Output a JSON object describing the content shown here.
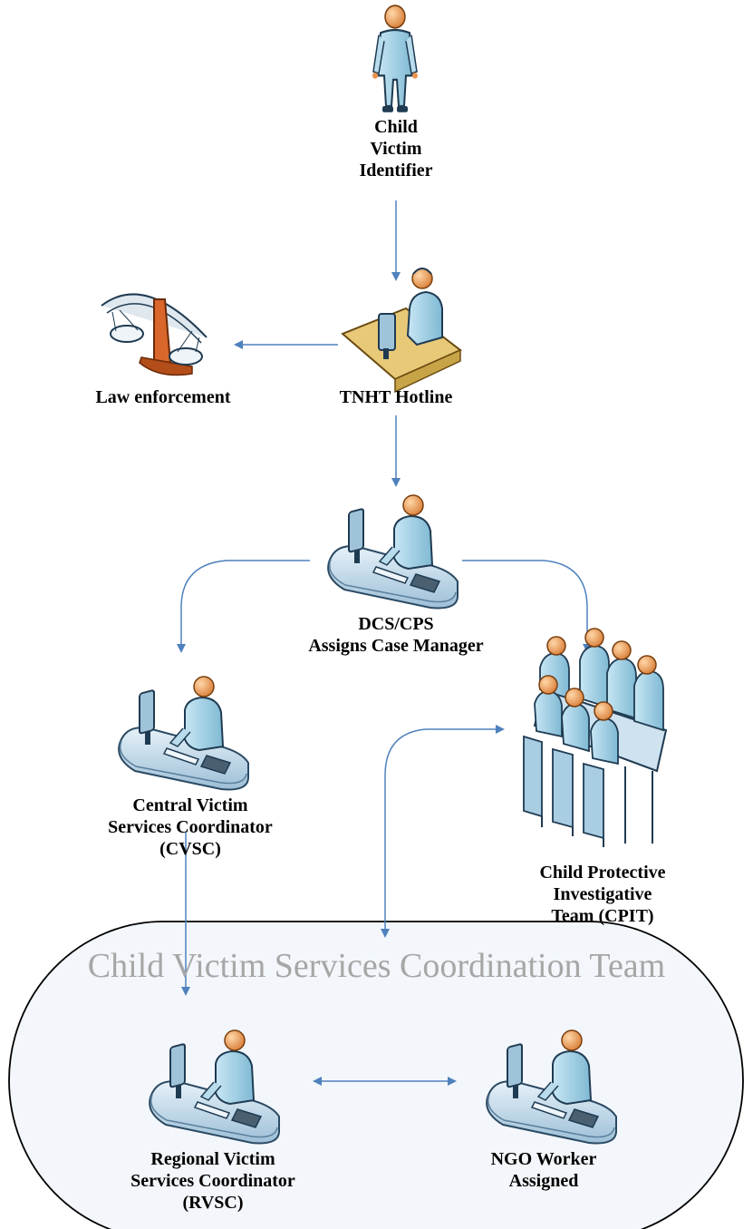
{
  "nodes": {
    "child_victim": {
      "label": [
        "Child",
        "Victim",
        "Identifier"
      ]
    },
    "law_enforcement": {
      "label": [
        "Law enforcement"
      ]
    },
    "hotline": {
      "label": [
        "TNHT Hotline"
      ]
    },
    "dcs_cps": {
      "label": [
        "DCS/CPS",
        "Assigns Case Manager"
      ]
    },
    "cvsc": {
      "label": [
        "Central Victim",
        "Services Coordinator",
        "(CVSC)"
      ]
    },
    "cpit": {
      "label": [
        "Child Protective",
        "Investigative",
        "Team (CPIT)"
      ]
    },
    "rvsc": {
      "label": [
        "Regional Victim",
        "Services Coordinator",
        "(RVSC)"
      ]
    },
    "ngo": {
      "label": [
        "NGO Worker",
        "Assigned"
      ]
    }
  },
  "team": {
    "title": "Child Victim Services Coordination Team"
  },
  "colors": {
    "arrow": "#4f81bd",
    "person": "#9fd0e6",
    "skin": "#f0a45c",
    "desk": "#c6dcec",
    "team_fill": "#f2f6fa"
  }
}
